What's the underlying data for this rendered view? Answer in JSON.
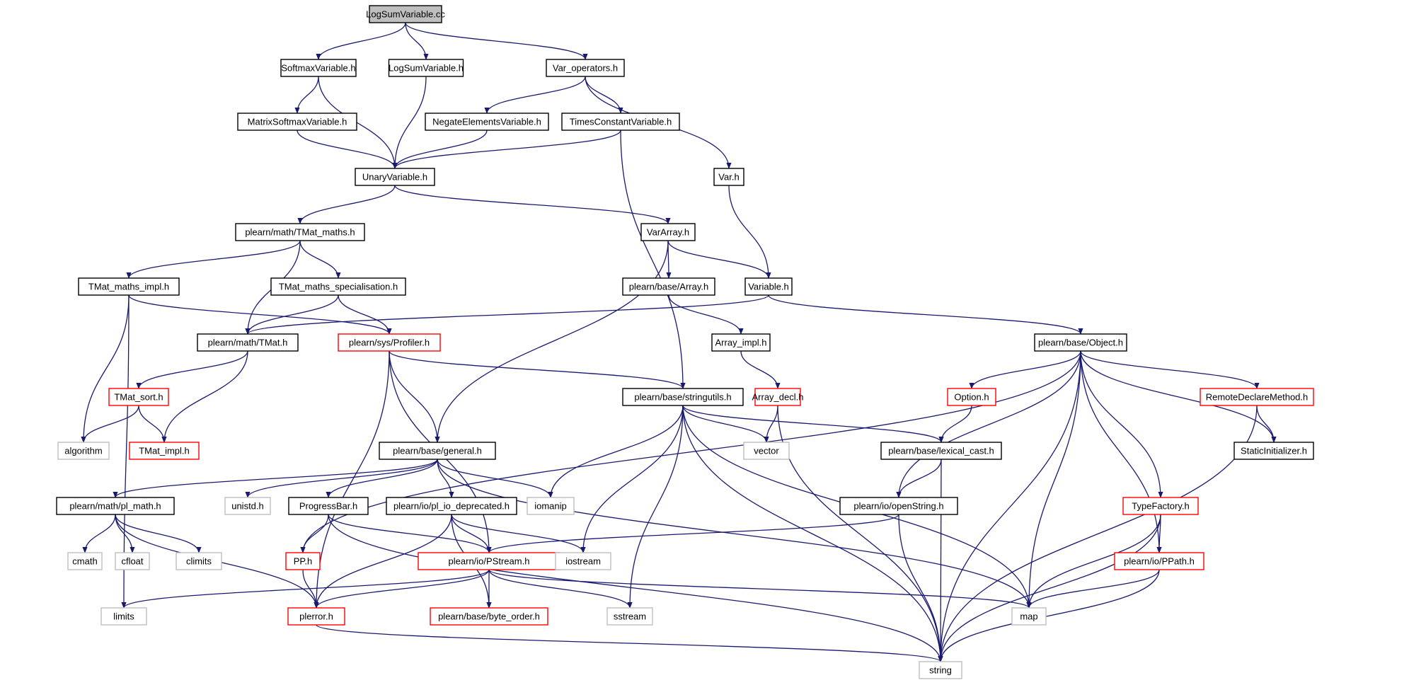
{
  "colors": {
    "edge": "#191970",
    "node_border_documented": "#000000",
    "node_border_truncated": "#ff0000",
    "node_border_external": "#bfbfbf",
    "node_fill_root": "#bfbfbf",
    "node_fill": "#ffffff"
  },
  "nodes": [
    {
      "id": "root",
      "label": "LogSumVariable.cc",
      "style": "root"
    },
    {
      "id": "softmax",
      "label": "SoftmaxVariable.h",
      "style": "doc"
    },
    {
      "id": "logsumh",
      "label": "LogSumVariable.h",
      "style": "doc"
    },
    {
      "id": "varops",
      "label": "Var_operators.h",
      "style": "doc"
    },
    {
      "id": "matsoft",
      "label": "MatrixSoftmaxVariable.h",
      "style": "doc"
    },
    {
      "id": "negate",
      "label": "NegateElementsVariable.h",
      "style": "doc"
    },
    {
      "id": "timesconst",
      "label": "TimesConstantVariable.h",
      "style": "doc"
    },
    {
      "id": "unary",
      "label": "UnaryVariable.h",
      "style": "doc"
    },
    {
      "id": "var",
      "label": "Var.h",
      "style": "doc"
    },
    {
      "id": "tmatmaths",
      "label": "plearn/math/TMat_maths.h",
      "style": "doc"
    },
    {
      "id": "vararray",
      "label": "VarArray.h",
      "style": "doc"
    },
    {
      "id": "tmatmathsimpl",
      "label": "TMat_maths_impl.h",
      "style": "doc"
    },
    {
      "id": "tmatspec",
      "label": "TMat_maths_specialisation.h",
      "style": "doc"
    },
    {
      "id": "basearray",
      "label": "plearn/base/Array.h",
      "style": "doc"
    },
    {
      "id": "variable",
      "label": "Variable.h",
      "style": "doc"
    },
    {
      "id": "tmat",
      "label": "plearn/math/TMat.h",
      "style": "doc"
    },
    {
      "id": "profiler",
      "label": "plearn/sys/Profiler.h",
      "style": "trunc"
    },
    {
      "id": "arrayimpl",
      "label": "Array_impl.h",
      "style": "doc"
    },
    {
      "id": "object",
      "label": "plearn/base/Object.h",
      "style": "doc"
    },
    {
      "id": "tmatsort",
      "label": "TMat_sort.h",
      "style": "trunc"
    },
    {
      "id": "stringutils",
      "label": "plearn/base/stringutils.h",
      "style": "doc"
    },
    {
      "id": "arraydecl",
      "label": "Array_decl.h",
      "style": "trunc"
    },
    {
      "id": "option",
      "label": "Option.h",
      "style": "trunc"
    },
    {
      "id": "remote",
      "label": "RemoteDeclareMethod.h",
      "style": "trunc"
    },
    {
      "id": "algorithm",
      "label": "algorithm",
      "style": "ext"
    },
    {
      "id": "tmatimpl",
      "label": "TMat_impl.h",
      "style": "trunc"
    },
    {
      "id": "general",
      "label": "plearn/base/general.h",
      "style": "doc"
    },
    {
      "id": "vector",
      "label": "vector",
      "style": "ext"
    },
    {
      "id": "lexical",
      "label": "plearn/base/lexical_cast.h",
      "style": "doc"
    },
    {
      "id": "staticinit",
      "label": "StaticInitializer.h",
      "style": "doc"
    },
    {
      "id": "plmath",
      "label": "plearn/math/pl_math.h",
      "style": "doc"
    },
    {
      "id": "unistd",
      "label": "unistd.h",
      "style": "ext"
    },
    {
      "id": "progress",
      "label": "ProgressBar.h",
      "style": "doc"
    },
    {
      "id": "pliodep",
      "label": "plearn/io/pl_io_deprecated.h",
      "style": "doc"
    },
    {
      "id": "iomanip",
      "label": "iomanip",
      "style": "ext"
    },
    {
      "id": "openstring",
      "label": "plearn/io/openString.h",
      "style": "doc"
    },
    {
      "id": "typefactory",
      "label": "TypeFactory.h",
      "style": "trunc"
    },
    {
      "id": "cmath",
      "label": "cmath",
      "style": "ext"
    },
    {
      "id": "cfloat",
      "label": "cfloat",
      "style": "ext"
    },
    {
      "id": "climits",
      "label": "climits",
      "style": "ext"
    },
    {
      "id": "pp",
      "label": "PP.h",
      "style": "trunc"
    },
    {
      "id": "pstream",
      "label": "plearn/io/PStream.h",
      "style": "trunc"
    },
    {
      "id": "iostream",
      "label": "iostream",
      "style": "ext"
    },
    {
      "id": "ppath",
      "label": "plearn/io/PPath.h",
      "style": "trunc"
    },
    {
      "id": "limits",
      "label": "limits",
      "style": "ext"
    },
    {
      "id": "plerror",
      "label": "plerror.h",
      "style": "trunc"
    },
    {
      "id": "byteorder",
      "label": "plearn/base/byte_order.h",
      "style": "trunc"
    },
    {
      "id": "sstream",
      "label": "sstream",
      "style": "ext"
    },
    {
      "id": "map",
      "label": "map",
      "style": "ext"
    },
    {
      "id": "string",
      "label": "string",
      "style": "ext"
    }
  ],
  "edges": [
    [
      "root",
      "softmax"
    ],
    [
      "root",
      "logsumh"
    ],
    [
      "root",
      "varops"
    ],
    [
      "softmax",
      "matsoft"
    ],
    [
      "softmax",
      "unary"
    ],
    [
      "logsumh",
      "unary"
    ],
    [
      "varops",
      "negate"
    ],
    [
      "varops",
      "timesconst"
    ],
    [
      "varops",
      "var"
    ],
    [
      "matsoft",
      "unary"
    ],
    [
      "negate",
      "unary"
    ],
    [
      "timesconst",
      "unary"
    ],
    [
      "timesconst",
      "stringutils"
    ],
    [
      "unary",
      "tmatmaths"
    ],
    [
      "unary",
      "vararray"
    ],
    [
      "var",
      "variable"
    ],
    [
      "tmatmaths",
      "tmatmathsimpl"
    ],
    [
      "tmatmaths",
      "tmat"
    ],
    [
      "tmatmaths",
      "tmatspec"
    ],
    [
      "vararray",
      "basearray"
    ],
    [
      "vararray",
      "variable"
    ],
    [
      "vararray",
      "general"
    ],
    [
      "tmatmathsimpl",
      "profiler"
    ],
    [
      "tmatmathsimpl",
      "algorithm"
    ],
    [
      "tmatmathsimpl",
      "limits"
    ],
    [
      "tmatspec",
      "tmat"
    ],
    [
      "tmatspec",
      "profiler"
    ],
    [
      "basearray",
      "arrayimpl"
    ],
    [
      "variable",
      "tmat"
    ],
    [
      "variable",
      "object"
    ],
    [
      "tmat",
      "tmatsort"
    ],
    [
      "tmat",
      "tmatimpl"
    ],
    [
      "profiler",
      "stringutils"
    ],
    [
      "profiler",
      "general"
    ],
    [
      "profiler",
      "pstream"
    ],
    [
      "profiler",
      "plerror"
    ],
    [
      "arrayimpl",
      "arraydecl"
    ],
    [
      "object",
      "pp"
    ],
    [
      "object",
      "option"
    ],
    [
      "object",
      "openstring"
    ],
    [
      "object",
      "map"
    ],
    [
      "object",
      "string"
    ],
    [
      "object",
      "remote"
    ],
    [
      "object",
      "staticinit"
    ],
    [
      "object",
      "typefactory"
    ],
    [
      "object",
      "ppath"
    ],
    [
      "tmatsort",
      "algorithm"
    ],
    [
      "tmatsort",
      "tmatimpl"
    ],
    [
      "stringutils",
      "vector"
    ],
    [
      "stringutils",
      "lexical"
    ],
    [
      "stringutils",
      "map"
    ],
    [
      "stringutils",
      "iomanip"
    ],
    [
      "stringutils",
      "iostream"
    ],
    [
      "stringutils",
      "sstream"
    ],
    [
      "stringutils",
      "string"
    ],
    [
      "arraydecl",
      "vector"
    ],
    [
      "arraydecl",
      "string"
    ],
    [
      "option",
      "lexical"
    ],
    [
      "remote",
      "staticinit"
    ],
    [
      "remote",
      "string"
    ],
    [
      "general",
      "plmath"
    ],
    [
      "general",
      "unistd"
    ],
    [
      "general",
      "progress"
    ],
    [
      "general",
      "pliodep"
    ],
    [
      "general",
      "iomanip"
    ],
    [
      "general",
      "map"
    ],
    [
      "lexical",
      "openstring"
    ],
    [
      "lexical",
      "string"
    ],
    [
      "plmath",
      "cmath"
    ],
    [
      "plmath",
      "cfloat"
    ],
    [
      "plmath",
      "climits"
    ],
    [
      "plmath",
      "plerror"
    ],
    [
      "progress",
      "pp"
    ],
    [
      "progress",
      "pstream"
    ],
    [
      "progress",
      "string"
    ],
    [
      "pliodep",
      "pstream"
    ],
    [
      "pliodep",
      "iostream"
    ],
    [
      "pliodep",
      "plerror"
    ],
    [
      "pliodep",
      "byteorder"
    ],
    [
      "openstring",
      "pstream"
    ],
    [
      "openstring",
      "string"
    ],
    [
      "typefactory",
      "ppath"
    ],
    [
      "typefactory",
      "map"
    ],
    [
      "typefactory",
      "string"
    ],
    [
      "pp",
      "plerror"
    ],
    [
      "pstream",
      "limits"
    ],
    [
      "pstream",
      "plerror"
    ],
    [
      "pstream",
      "byteorder"
    ],
    [
      "pstream",
      "sstream"
    ],
    [
      "pstream",
      "map"
    ],
    [
      "ppath",
      "map"
    ],
    [
      "ppath",
      "string"
    ],
    [
      "plerror",
      "string"
    ]
  ]
}
